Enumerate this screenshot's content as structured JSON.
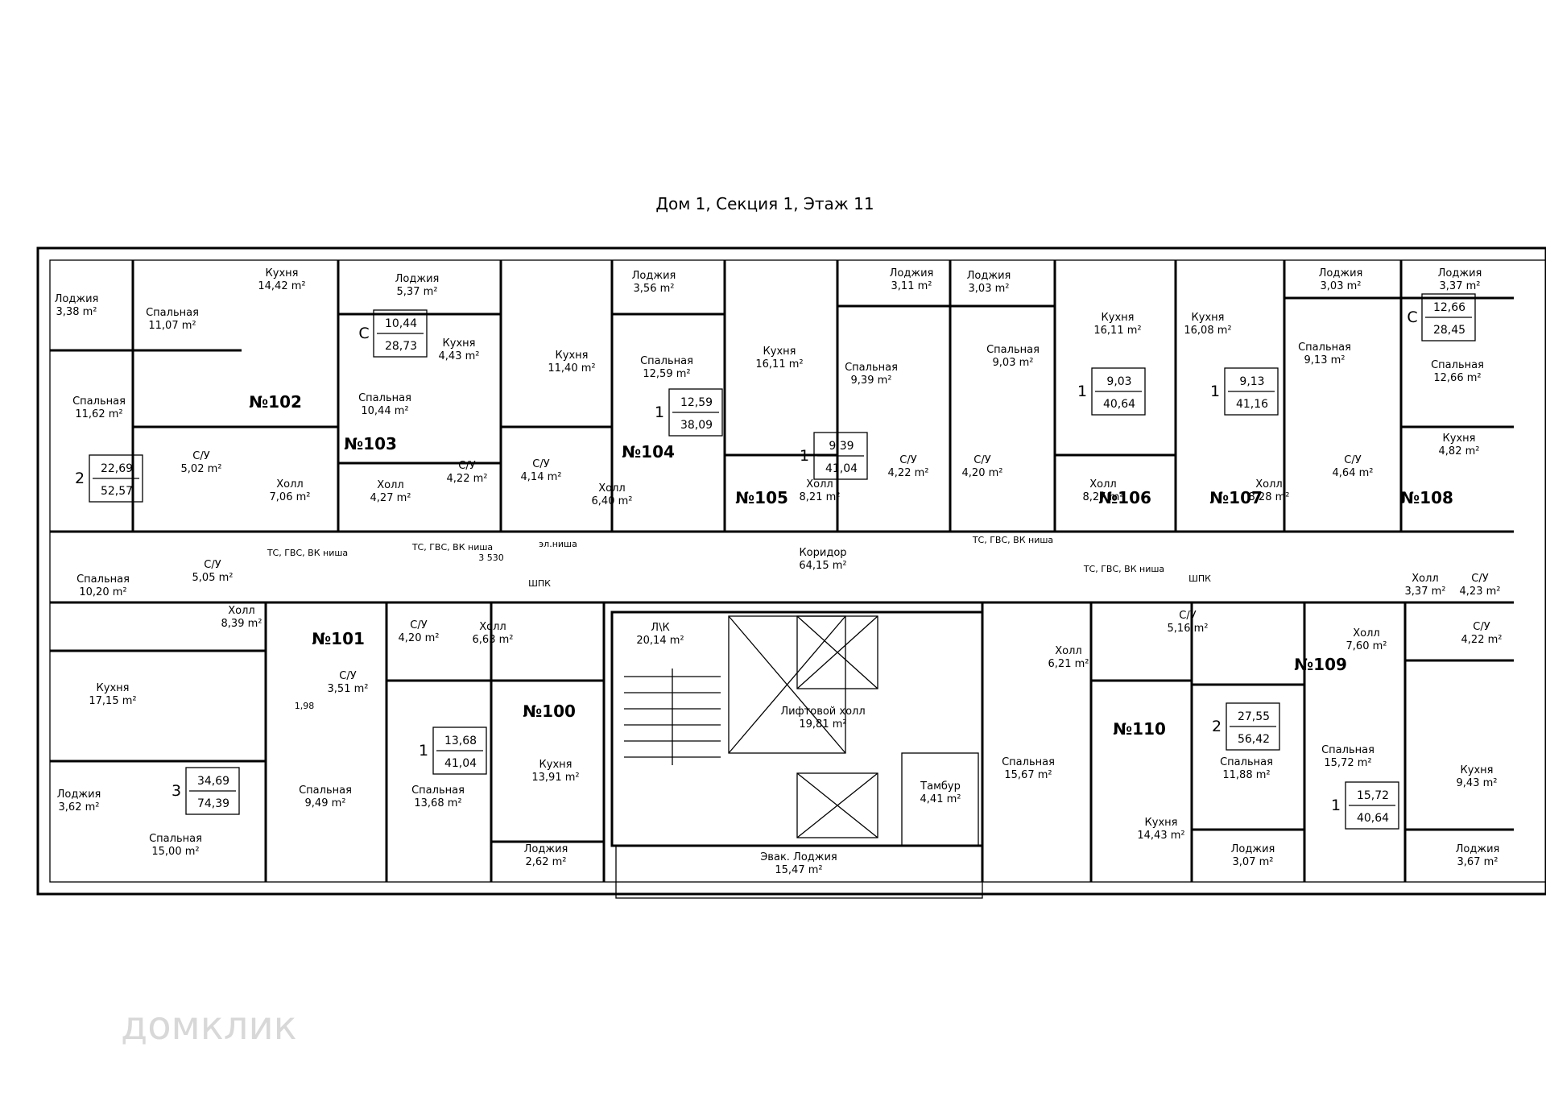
{
  "title": "Дом 1, Секция 1, Этаж 11",
  "watermark": "домклик",
  "apartments": [
    {
      "id": "apt-102",
      "number": "№102",
      "rooms": "2",
      "living": "22,69",
      "total": "52,57"
    },
    {
      "id": "apt-103",
      "number": "№103",
      "rooms": "С",
      "living": "10,44",
      "total": "28,73"
    },
    {
      "id": "apt-104",
      "number": "№104",
      "rooms": "1",
      "living": "12,59",
      "total": "38,09"
    },
    {
      "id": "apt-105",
      "number": "№105",
      "rooms": "1",
      "living": "9,39",
      "total": "41,04"
    },
    {
      "id": "apt-106",
      "number": "№106",
      "rooms": "1",
      "living": "9,03",
      "total": "40,64"
    },
    {
      "id": "apt-107",
      "number": "№107",
      "rooms": "1",
      "living": "9,13",
      "total": "41,16"
    },
    {
      "id": "apt-108",
      "number": "№108",
      "rooms": "С",
      "living": "12,66",
      "total": "28,45"
    },
    {
      "id": "apt-101",
      "number": "№101",
      "rooms": "3",
      "living": "34,69",
      "total": "74,39"
    },
    {
      "id": "apt-100",
      "number": "№100",
      "rooms": "1",
      "living": "13,68",
      "total": "41,04"
    },
    {
      "id": "apt-110",
      "number": "№110",
      "rooms": "2",
      "living": "27,55",
      "total": "56,42"
    },
    {
      "id": "apt-109",
      "number": "№109",
      "rooms": "1",
      "living": "15,72",
      "total": "40,64"
    }
  ],
  "rooms": [
    {
      "name": "Лоджия",
      "area": "3,38"
    },
    {
      "name": "Спальная",
      "area": "11,07"
    },
    {
      "name": "Кухня",
      "area": "14,42"
    },
    {
      "name": "Спальная",
      "area": "11,62"
    },
    {
      "name": "С/У",
      "area": "5,02"
    },
    {
      "name": "Холл",
      "area": "7,06"
    },
    {
      "name": "Лоджия",
      "area": "5,37"
    },
    {
      "name": "Кухня",
      "area": "4,43"
    },
    {
      "name": "Спальная",
      "area": "10,44"
    },
    {
      "name": "С/У",
      "area": "4,22"
    },
    {
      "name": "Холл",
      "area": "4,27"
    },
    {
      "name": "Кухня",
      "area": "11,40"
    },
    {
      "name": "С/У",
      "area": "4,14"
    },
    {
      "name": "Холл",
      "area": "6,40"
    },
    {
      "name": "Лоджия",
      "area": "3,56"
    },
    {
      "name": "Спальная",
      "area": "12,59"
    },
    {
      "name": "Кухня",
      "area": "16,11"
    },
    {
      "name": "Холл",
      "area": "8,21"
    },
    {
      "name": "Лоджия",
      "area": "3,11"
    },
    {
      "name": "Спальная",
      "area": "9,39"
    },
    {
      "name": "С/У",
      "area": "4,22"
    },
    {
      "name": "Лоджия",
      "area": "3,03"
    },
    {
      "name": "Спальная",
      "area": "9,03"
    },
    {
      "name": "С/У",
      "area": "4,20"
    },
    {
      "name": "Холл",
      "area": "8,27"
    },
    {
      "name": "Кухня",
      "area": "16,11"
    },
    {
      "name": "Кухня",
      "area": "16,08"
    },
    {
      "name": "Холл",
      "area": "8,28"
    },
    {
      "name": "Лоджия",
      "area": "3,03"
    },
    {
      "name": "Спальная",
      "area": "9,13"
    },
    {
      "name": "С/У",
      "area": "4,64"
    },
    {
      "name": "Лоджия",
      "area": "3,37"
    },
    {
      "name": "Спальная",
      "area": "12,66"
    },
    {
      "name": "Кухня",
      "area": "4,82"
    },
    {
      "name": "Холл",
      "area": "3,37"
    },
    {
      "name": "С/У",
      "area": "4,23"
    },
    {
      "name": "Спальная",
      "area": "10,20"
    },
    {
      "name": "С/У",
      "area": "5,05"
    },
    {
      "name": "Холл",
      "area": "8,39"
    },
    {
      "name": "Кухня",
      "area": "17,15"
    },
    {
      "name": "Лоджия",
      "area": "3,62"
    },
    {
      "name": "Спальная",
      "area": "15,00"
    },
    {
      "name": "С/У",
      "area": "3,51"
    },
    {
      "name": "Спальная",
      "area": "9,49"
    },
    {
      "name": "С/У",
      "area": "4,20"
    },
    {
      "name": "Холл",
      "area": "6,63"
    },
    {
      "name": "Спальная",
      "area": "13,68"
    },
    {
      "name": "Кухня",
      "area": "13,91"
    },
    {
      "name": "Лоджия",
      "area": "2,62"
    },
    {
      "name": "Л\\К",
      "area": "20,14"
    },
    {
      "name": "Лифтовой холл",
      "area": "19,81"
    },
    {
      "name": "Тамбур",
      "area": "4,41"
    },
    {
      "name": "Эвак. Лоджия",
      "area": "15,47"
    },
    {
      "name": "Коридор",
      "area": "64,15"
    },
    {
      "name": "Спальная",
      "area": "15,67"
    },
    {
      "name": "Холл",
      "area": "6,21"
    },
    {
      "name": "С/У",
      "area": "5,16"
    },
    {
      "name": "Спальная",
      "area": "11,88"
    },
    {
      "name": "Кухня",
      "area": "14,43"
    },
    {
      "name": "Лоджия",
      "area": "3,07"
    },
    {
      "name": "Холл",
      "area": "7,60"
    },
    {
      "name": "С/У",
      "area": "4,22"
    },
    {
      "name": "Спальная",
      "area": "15,72"
    },
    {
      "name": "Кухня",
      "area": "9,43"
    },
    {
      "name": "Лоджия",
      "area": "3,67"
    }
  ],
  "area_unit": "m²",
  "annotations": [
    {
      "text": "ТС, ГВС, ВК ниша"
    },
    {
      "text": "ТС, ГВС, ВК ниша"
    },
    {
      "text": "эл.ниша"
    },
    {
      "text": "3 530"
    },
    {
      "text": "ТС, ГВС, ВК ниша"
    },
    {
      "text": "ТС, ГВС, ВК ниша"
    },
    {
      "text": "ШПК"
    },
    {
      "text": "ШПК"
    },
    {
      "text": "1,98"
    }
  ]
}
